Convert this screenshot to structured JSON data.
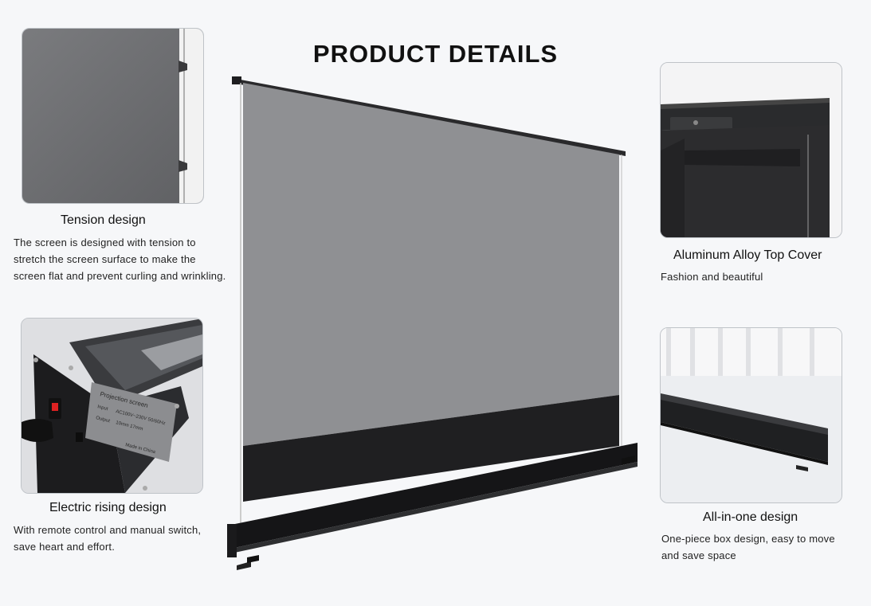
{
  "header": {
    "title": "PRODUCT DETAILS"
  },
  "features": [
    {
      "title": "Tension design",
      "desc_lines": [
        "The screen is designed with tension to",
        "stretch the screen surface to make the",
        "screen flat and prevent curling and wrinkling."
      ]
    },
    {
      "title": "Electric rising design",
      "desc_lines": [
        "With remote control and manual switch,",
        "save heart and effort."
      ]
    },
    {
      "title": "Aluminum Alloy Top Cover",
      "desc_lines": [
        "Fashion and beautiful"
      ]
    },
    {
      "title": "All-in-one design",
      "desc_lines": [
        "One-piece box design, easy to move",
        "and save space"
      ]
    }
  ],
  "label_plate": {
    "heading": "Projection screen",
    "input_label": "Input",
    "input_value": "AC100V~230V 50/60Hz",
    "output_label": "Output",
    "output_value": "10mm 17mm",
    "origin": "Made in China"
  },
  "colors": {
    "background": "#f6f7f9",
    "screen_gray": "#8f9093",
    "housing_black": "#1c1c1e"
  }
}
